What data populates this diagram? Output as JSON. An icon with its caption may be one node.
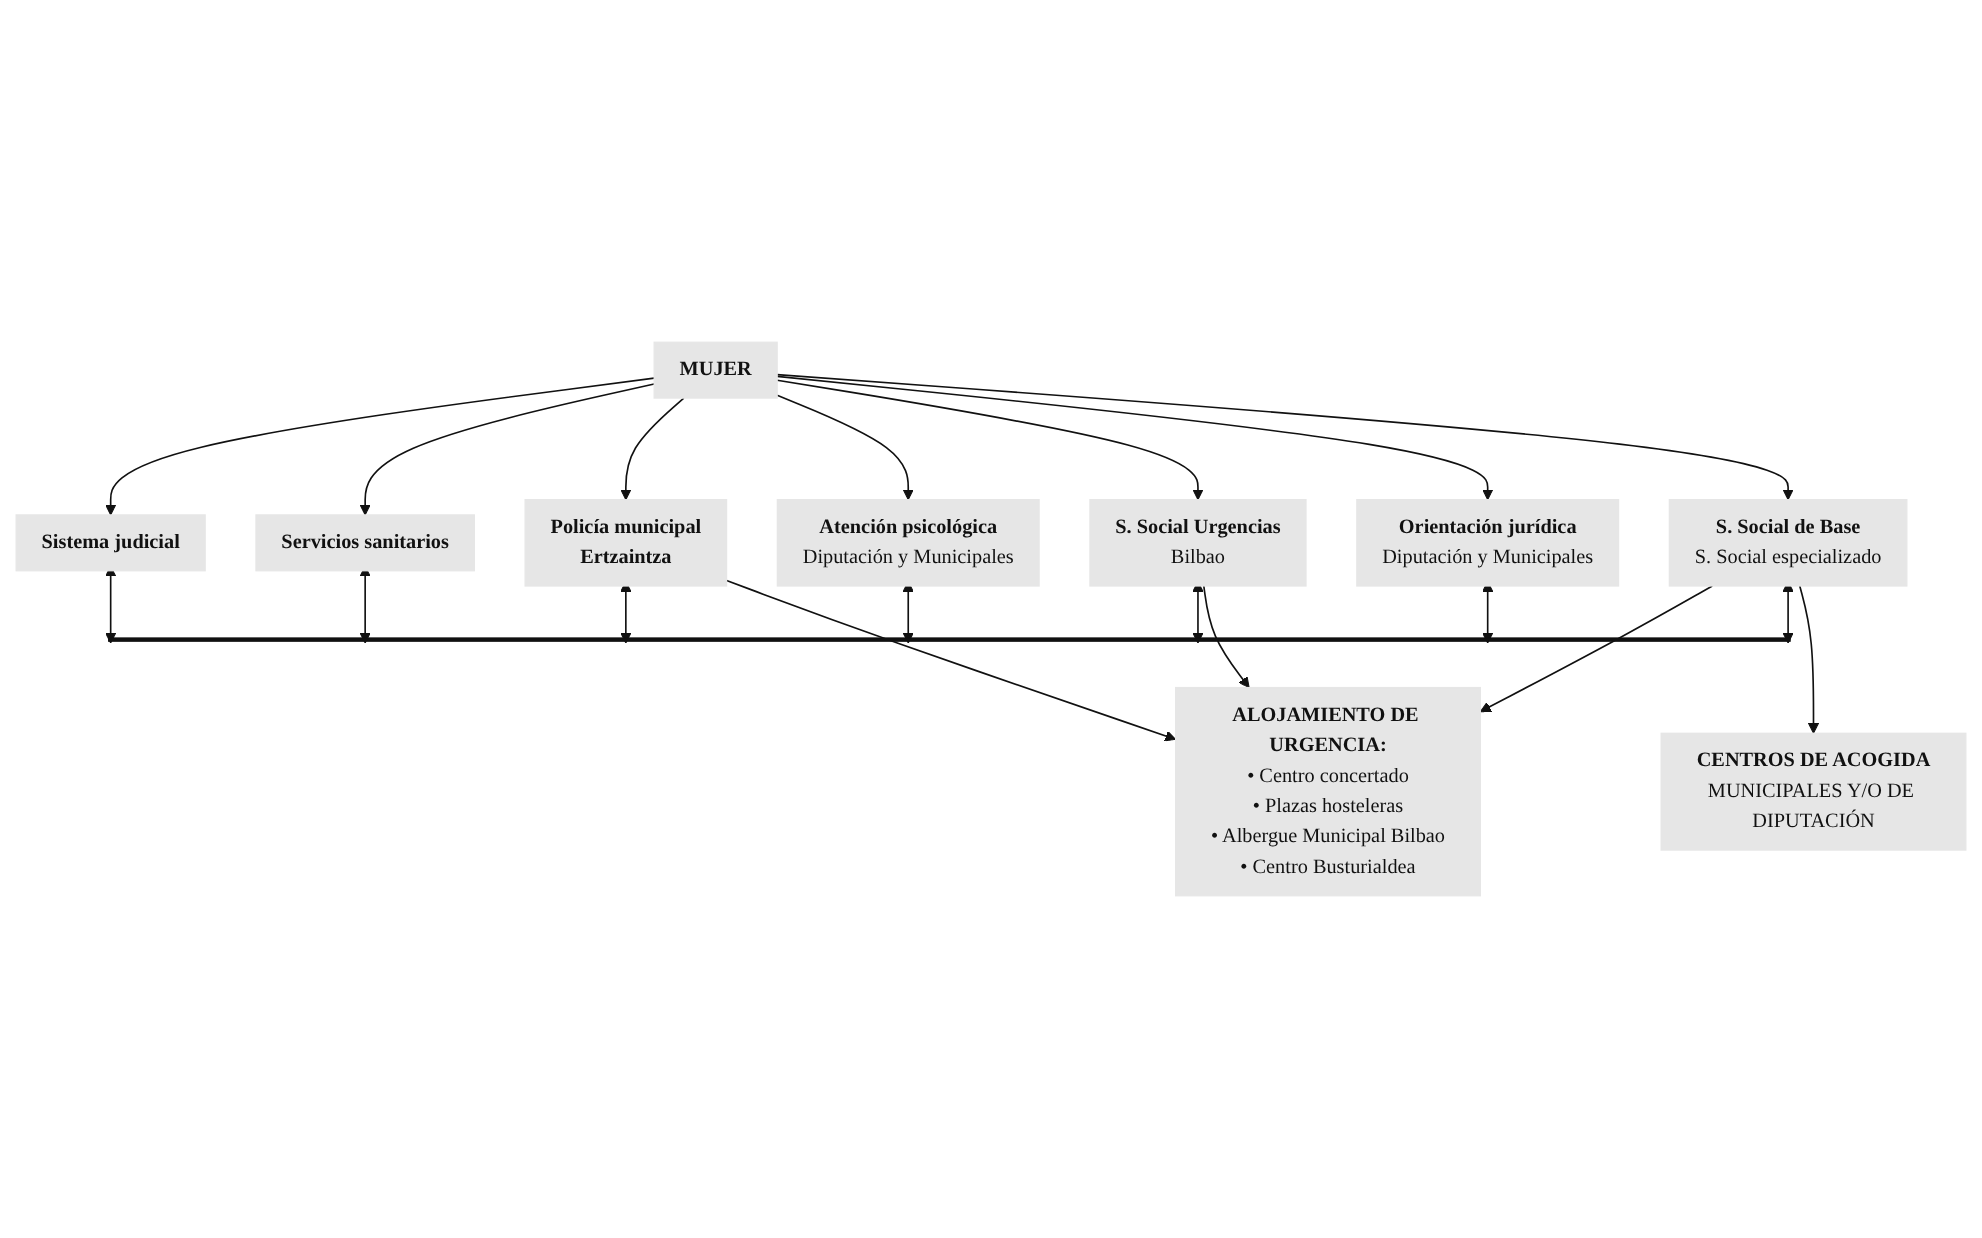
{
  "diagram": {
    "nodes": [
      {
        "text": [
          "MUJER"
        ]
      },
      {
        "text": [
          "Policía municipal",
          "Ertzaintza"
        ]
      },
      {
        "text": [
          "Sistema judicial"
        ]
      },
      {
        "text": [
          "Servicios sanitarios"
        ]
      },
      {
        "text": [
          "S. Social Urgencias",
          "Bilbao"
        ]
      },
      {
        "text": [
          "S. Social de Base",
          "S. Social especializado"
        ]
      },
      {
        "text": [
          "Atención psicológica",
          "Diputación y Municipales"
        ]
      },
      {
        "text": [
          "Orientación jurídica",
          "Diputación y Municipales"
        ]
      },
      {
        "text": [],
        "shape": "bar"
      },
      {
        "text": [
          "ALOJAMIENTO DE URGENCIA:",
          "• Centro concertado",
          "• Plazas hosteleras",
          "• Albergue Municipal Bilbao",
          "• Centro Busturialdea"
        ]
      },
      {
        "text": [
          "CENTROS DE ACOGIDA",
          "MUNICIPALES Y/O DE DIPUTACIÓN"
        ]
      }
    ],
    "edges": [
      {
        "from": 0,
        "to": 1,
        "arrow": "to"
      },
      {
        "from": 0,
        "to": 2,
        "arrow": "to"
      },
      {
        "from": 0,
        "to": 3,
        "arrow": "to"
      },
      {
        "from": 0,
        "to": 4,
        "arrow": "to"
      },
      {
        "from": 0,
        "to": 5,
        "arrow": "to"
      },
      {
        "from": 0,
        "to": 6,
        "arrow": "to"
      },
      {
        "from": 0,
        "to": 7,
        "arrow": "to"
      },
      {
        "from": 1,
        "to": 8,
        "arrow": "both"
      },
      {
        "from": 2,
        "to": 8,
        "arrow": "both"
      },
      {
        "from": 3,
        "to": 8,
        "arrow": "both"
      },
      {
        "from": 4,
        "to": 8,
        "arrow": "both"
      },
      {
        "from": 5,
        "to": 8,
        "arrow": "both"
      },
      {
        "from": 6,
        "to": 8,
        "arrow": "both"
      },
      {
        "from": 7,
        "to": 8,
        "arrow": "both"
      },
      {
        "from": 1,
        "to": 9,
        "arrow": "to"
      },
      {
        "from": 4,
        "to": 9,
        "arrow": "to"
      },
      {
        "from": 5,
        "to": 9,
        "arrow": "to"
      },
      {
        "from": 5,
        "to": 10,
        "arrow": "to"
      }
    ]
  }
}
